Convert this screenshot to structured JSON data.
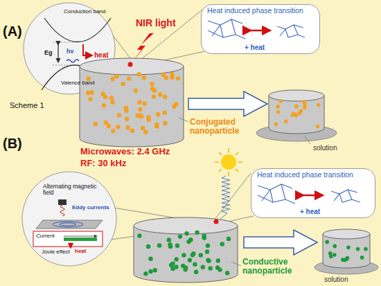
{
  "diagram": {
    "nodes": [
      {
        "text": [
          "Heat induced phase transition",
          "+ heat"
        ]
      },
      {
        "text": [
          "Heat induced phase transition",
          "+ heat"
        ]
      }
    ],
    "labels": [
      "(A)",
      "Scheme 1",
      "NIR light",
      "Conduction band",
      "Valence band",
      "Eg",
      "hν",
      "heat",
      "Conjugated nanoparticle",
      "solution",
      "(B)",
      "Microwaves: 2.4 GHz",
      "RF: 30 kHz",
      "Alternating magnetic field",
      "Eddy currents",
      "Current",
      "Joule effect",
      "heat",
      "Conductive nanoparticle",
      "solution"
    ]
  }
}
